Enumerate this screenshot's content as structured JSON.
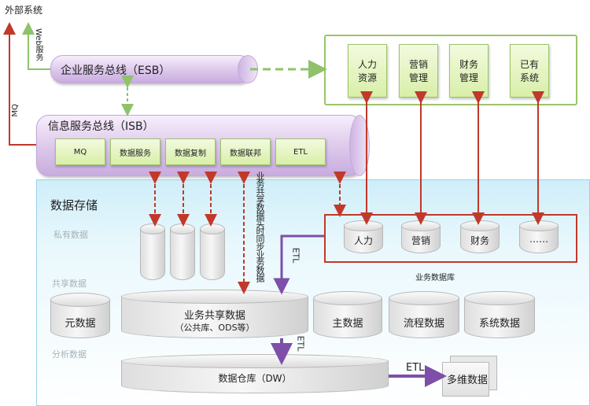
{
  "external": {
    "title": "外部系统",
    "web_service": "Web服务",
    "mq": "MQ"
  },
  "esb": {
    "title": "企业服务总线（ESB）"
  },
  "isb": {
    "title": "信息服务总线（ISB）",
    "modules": [
      "MQ",
      "数据服务",
      "数据复制",
      "数据联邦",
      "ETL"
    ]
  },
  "systems": [
    "人力\n资源",
    "营销\n管理",
    "财务\n管理",
    "已有\n系统"
  ],
  "storage": {
    "title": "数据存储",
    "private_label": "私有数据",
    "shared_label": "共享数据",
    "analysis_label": "分析数据",
    "sync_note": "业务共享数据实时同步业务数据",
    "business_dbs": [
      "人力",
      "营销",
      "财务",
      "……"
    ],
    "business_db_label": "业务数据库",
    "meta": "元数据",
    "shared_main": "业务共享数据",
    "shared_sub": "（公共库、ODS等）",
    "master": "主数据",
    "process": "流程数据",
    "system": "系统数据",
    "dw": "数据仓库（DW）",
    "cube": "多维数据",
    "etl_side": "ETL",
    "etl_mid": "ETL",
    "etl_bottom": "ETL"
  },
  "colors": {
    "red": "#c0392b",
    "green": "#8fc26a",
    "purple": "#7d4fa8",
    "bus": "#d9c3ea"
  }
}
